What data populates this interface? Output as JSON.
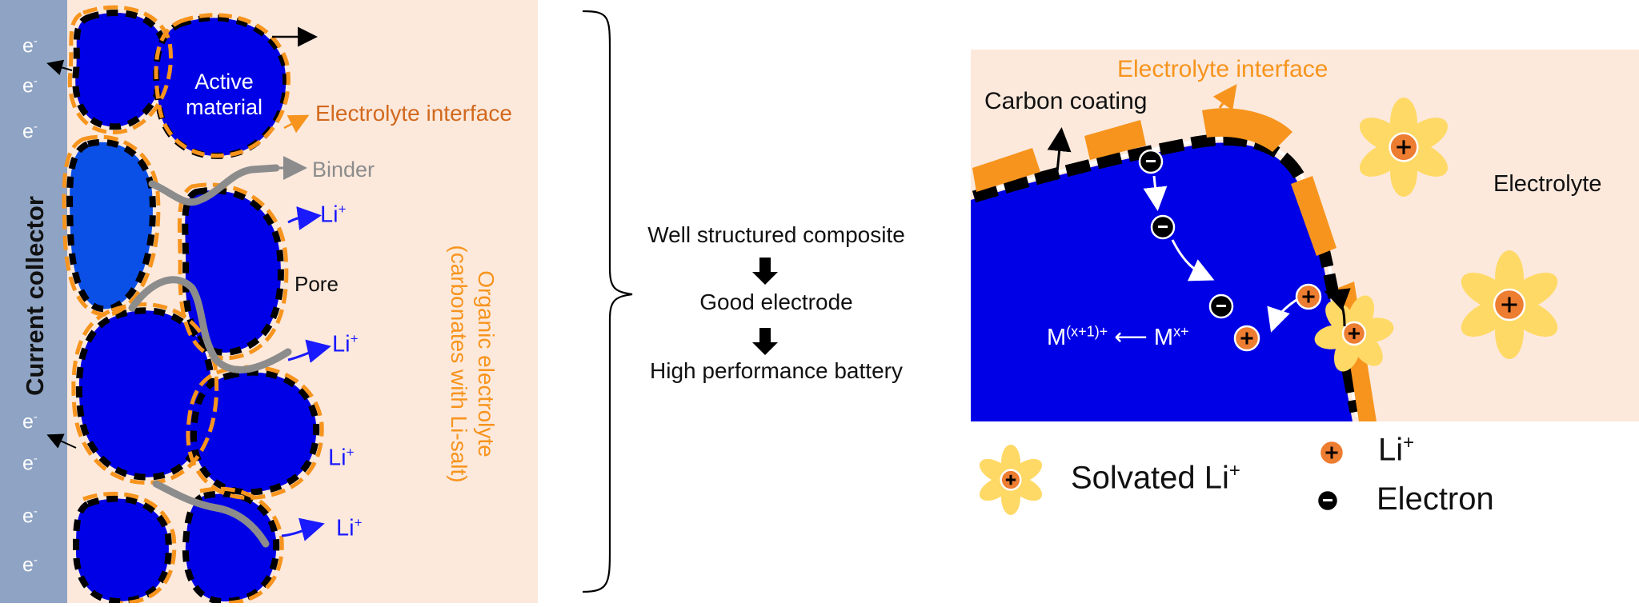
{
  "left_panel": {
    "current_collector": "Current collector",
    "electron_symbol": "e",
    "electron_charge": "-",
    "active_material_line1": "Active",
    "active_material_line2": "material",
    "electrolyte_interface": "Electrolyte interface",
    "binder": "Binder",
    "pore": "Pore",
    "li": "Li",
    "li_charge": "+",
    "organic_electrolyte_line1": "Organic electrolyte",
    "organic_electrolyte_line2": "(carbonates with Li-salt)"
  },
  "middle": {
    "step1": "Well structured composite",
    "step2": "Good electrode",
    "step3": "High performance battery"
  },
  "right_panel": {
    "carbon_coating": "Carbon coating",
    "electrolyte_interface": "Electrolyte interface",
    "electrolyte": "Electrolyte",
    "reaction_product": "M",
    "reaction_product_sup": "(x+1)+",
    "reaction_arrow": "⟵",
    "reaction_reactant": "M",
    "reaction_reactant_sup": "x+"
  },
  "legend": {
    "solvated_li": "Solvated Li",
    "solvated_li_sup": "+",
    "li": "Li",
    "li_sup": "+",
    "electron": "Electron"
  },
  "colors": {
    "active_material": "#0000e6",
    "interface_orange": "#f7941d",
    "electrolyte_bg": "#fce9dc",
    "current_collector": "#8fa4c4",
    "binder_gray": "#8c8c8c",
    "li_blue": "#1a1aff",
    "flower_yellow": "#ffd966",
    "ion_orange": "#ed7d31"
  }
}
